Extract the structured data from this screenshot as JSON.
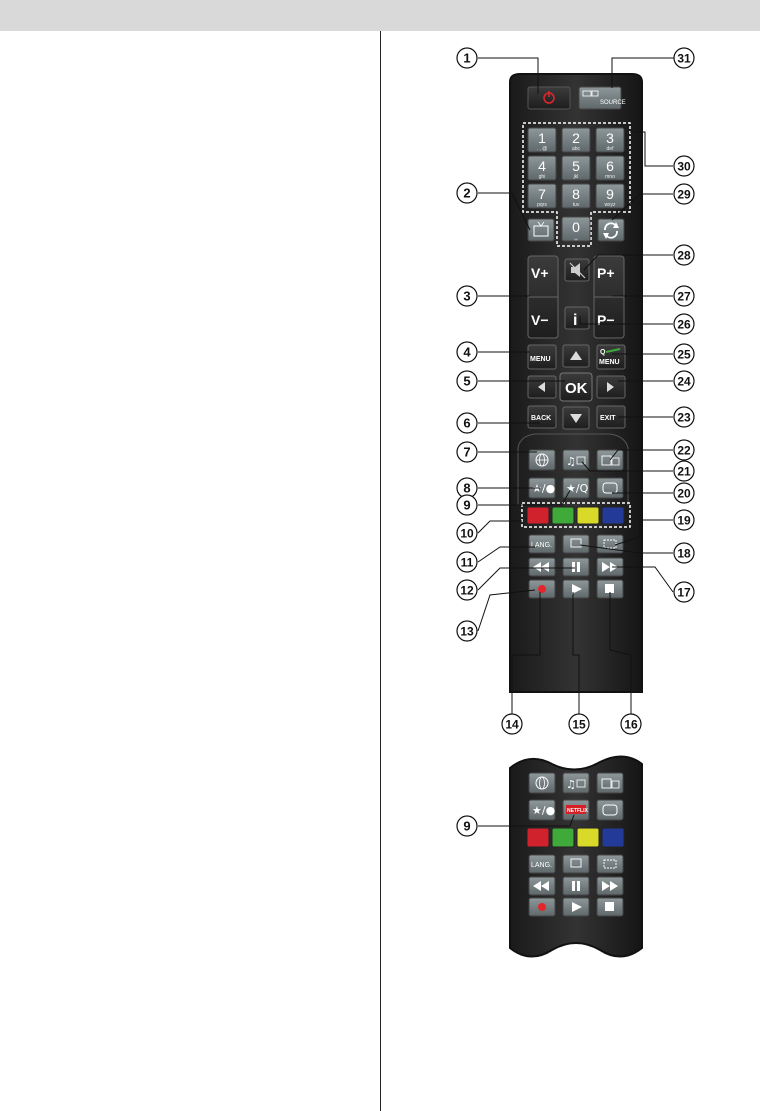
{
  "page": {
    "header_bar_color": "#d9d9d9"
  },
  "remote": {
    "body_color": "#2a2a2a",
    "button_color": "#7a8486",
    "numbers": [
      {
        "digit": "1",
        "letters": ". , @"
      },
      {
        "digit": "2",
        "letters": "abc"
      },
      {
        "digit": "3",
        "letters": "def"
      },
      {
        "digit": "4",
        "letters": "ghi"
      },
      {
        "digit": "5",
        "letters": "jkl"
      },
      {
        "digit": "6",
        "letters": "mno"
      },
      {
        "digit": "7",
        "letters": "pqrs"
      },
      {
        "digit": "8",
        "letters": "tuv"
      },
      {
        "digit": "9",
        "letters": "wxyz"
      },
      {
        "digit": "0",
        "letters": "␣"
      }
    ],
    "labels": {
      "source": "SOURCE",
      "vol_up": "V+",
      "vol_down": "V−",
      "prog_up": "P+",
      "prog_down": "P−",
      "info": "i",
      "menu": "MENU",
      "qmenu_q": "Q",
      "qmenu": "MENU",
      "ok": "OK",
      "back": "BACK",
      "exit": "EXIT",
      "lang": "LANG.",
      "netflix": "NETFLIX"
    },
    "color_keys": [
      {
        "name": "red",
        "color": "#d0222c"
      },
      {
        "name": "green",
        "color": "#3faa3a"
      },
      {
        "name": "yellow",
        "color": "#d9d92a"
      },
      {
        "name": "blue",
        "color": "#243a98"
      }
    ],
    "power_color": "#e2262c",
    "record_color": "#e2262c",
    "netflix_color": "#d81f26"
  },
  "callouts": [
    "1",
    "2",
    "3",
    "4",
    "5",
    "6",
    "7",
    "8",
    "9",
    "10",
    "11",
    "12",
    "13",
    "14",
    "15",
    "16",
    "17",
    "18",
    "19",
    "20",
    "21",
    "22",
    "23",
    "24",
    "25",
    "26",
    "27",
    "28",
    "29",
    "30",
    "31"
  ],
  "inset_callout": "9"
}
